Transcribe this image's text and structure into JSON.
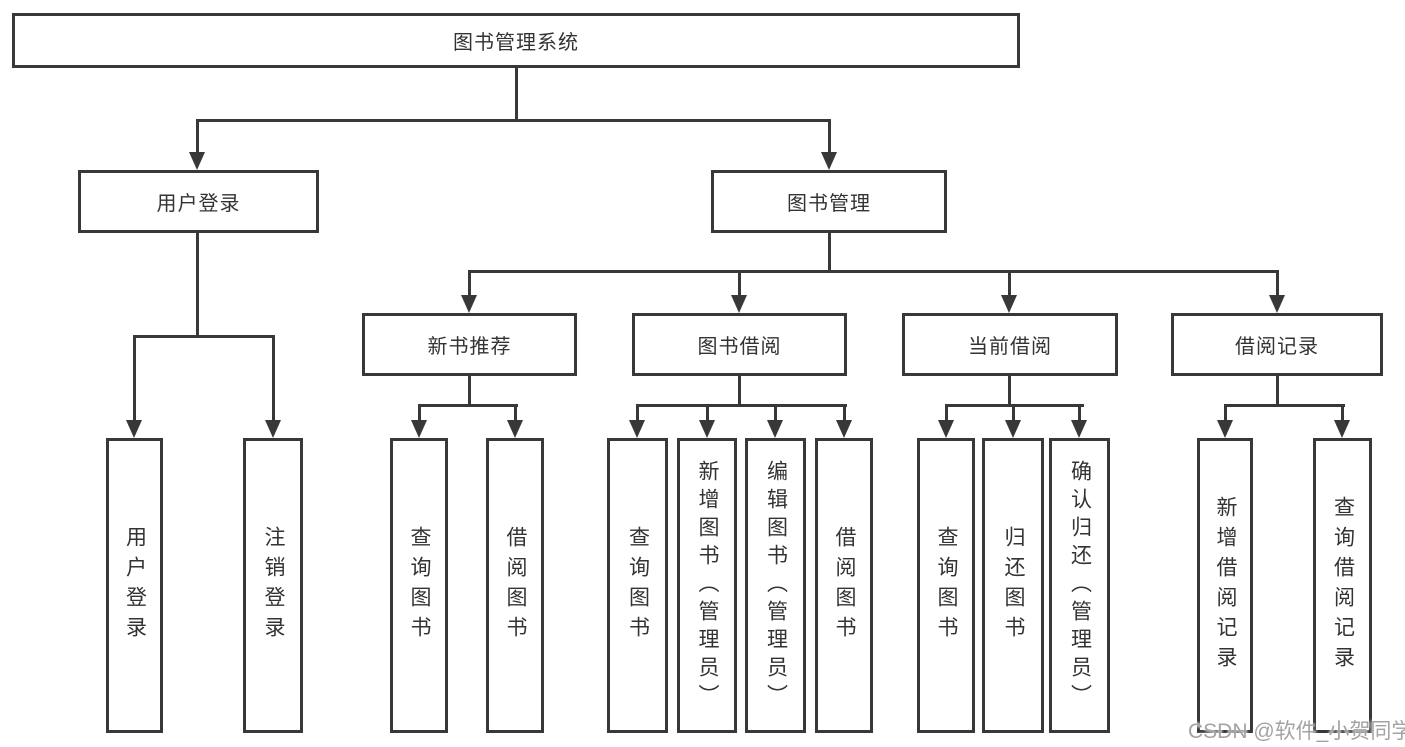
{
  "diagram_title": "图书管理系统",
  "colors": {
    "line": "#383838",
    "box_border": "#383838",
    "text": "#333333",
    "background": "#ffffff",
    "watermark": "#a3a3a3"
  },
  "tree": {
    "label": "图书管理系统",
    "children": [
      {
        "label": "用户登录",
        "children": [
          {
            "label": "用户登录"
          },
          {
            "label": "注销登录"
          }
        ]
      },
      {
        "label": "图书管理",
        "children": [
          {
            "label": "新书推荐",
            "children": [
              {
                "label": "查询图书"
              },
              {
                "label": "借阅图书"
              }
            ]
          },
          {
            "label": "图书借阅",
            "children": [
              {
                "label": "查询图书"
              },
              {
                "label": "新增图书（管理员）"
              },
              {
                "label": "编辑图书（管理员）"
              },
              {
                "label": "借阅图书"
              }
            ]
          },
          {
            "label": "当前借阅",
            "children": [
              {
                "label": "查询图书"
              },
              {
                "label": "归还图书"
              },
              {
                "label": "确认归还（管理员）"
              }
            ]
          },
          {
            "label": "借阅记录",
            "children": [
              {
                "label": "新增借阅记录"
              },
              {
                "label": "查询借阅记录"
              }
            ]
          }
        ]
      }
    ]
  },
  "watermark": {
    "text": "CSDN @软件_小贺同学"
  }
}
